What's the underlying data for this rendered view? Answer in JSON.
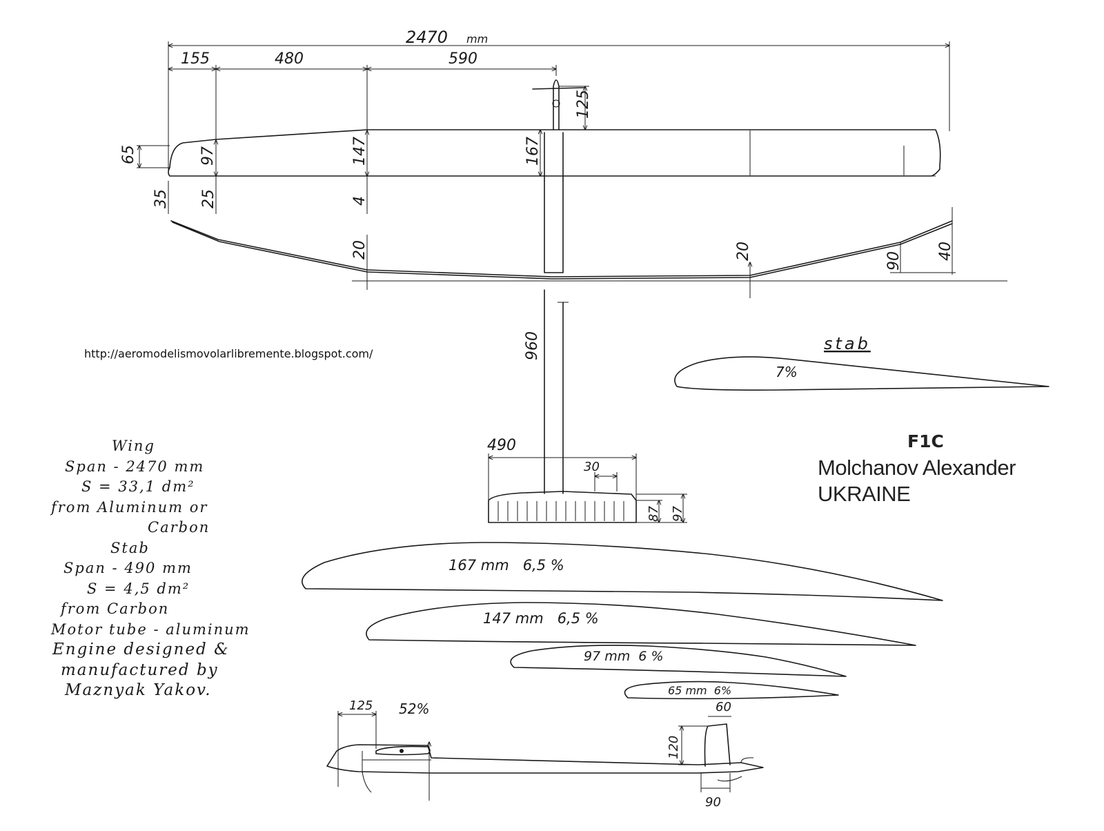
{
  "dimensions": {
    "span_total": "2470",
    "span_unit": "mm",
    "seg_155": "155",
    "seg_480": "480",
    "seg_590": "590",
    "pylon_125": "125",
    "tip_65": "65",
    "chord_97": "97",
    "chord_147": "147",
    "chord_167": "167",
    "off_35": "35",
    "off_25": "25",
    "off_4": "4",
    "dihedral_20_left": "20",
    "dihedral_20_right": "20",
    "dihedral_90": "90",
    "dihedral_40": "40",
    "boom_960": "960",
    "stab_490": "490",
    "stab_30": "30",
    "stab_87": "87",
    "stab_97": "97",
    "fus_125": "125",
    "fus_52pct": "52%",
    "fin_60": "60",
    "fin_120": "120",
    "fin_90": "90"
  },
  "airfoils": {
    "stab_title": "stab",
    "stab_pct": "7%",
    "a167": "167 mm   6,5 %",
    "a147": "147 mm   6,5 %",
    "a97": "97 mm  6 %",
    "a65": "65 mm  6%"
  },
  "url": "http://aeromodelismovolarlibremente.blogspot.com/",
  "title": {
    "code": "F1C",
    "author": "Molchanov Alexander",
    "country": "UKRAINE"
  },
  "notes": [
    "Wing",
    "Span  -  2470 mm",
    "S  =  33,1 dm²",
    "from  Aluminum  or",
    "Carbon",
    "Stab",
    "Span  -  490 mm",
    "S  =  4,5 dm²",
    "from   Carbon",
    "Motor tube - aluminum",
    "Engine  designed &",
    "manufactured  by",
    "Maznyak  Yakov."
  ]
}
